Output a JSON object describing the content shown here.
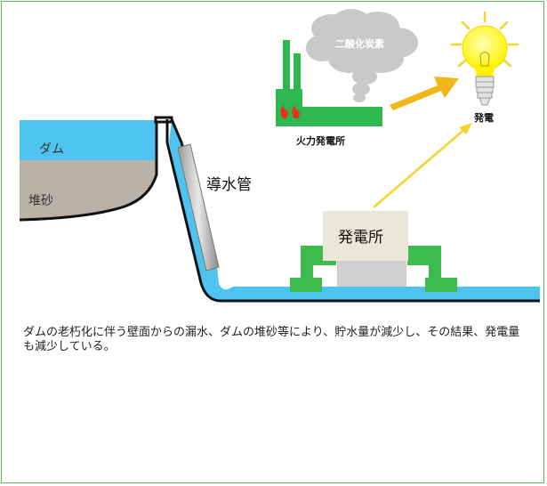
{
  "labels": {
    "dam": "ダム",
    "sediment": "堆砂",
    "penstock": "導水管",
    "power_station": "発電所",
    "thermal_plant": "火力発電所",
    "co2": "二酸化炭素",
    "generation": "発電"
  },
  "caption": "ダムの老朽化に伴う壁面からの漏水、ダムの堆砂等により、貯水量が減少し、その結果、発電量も減少している。",
  "colors": {
    "water": "#4fc3ef",
    "sediment": "#b8b3a6",
    "plant_green": "#2fb84f",
    "arrow_orange": "#f3b51a",
    "arrow_yellow": "#f6d32a",
    "bulb": "#fff23a",
    "frame": "#5cb85c"
  }
}
